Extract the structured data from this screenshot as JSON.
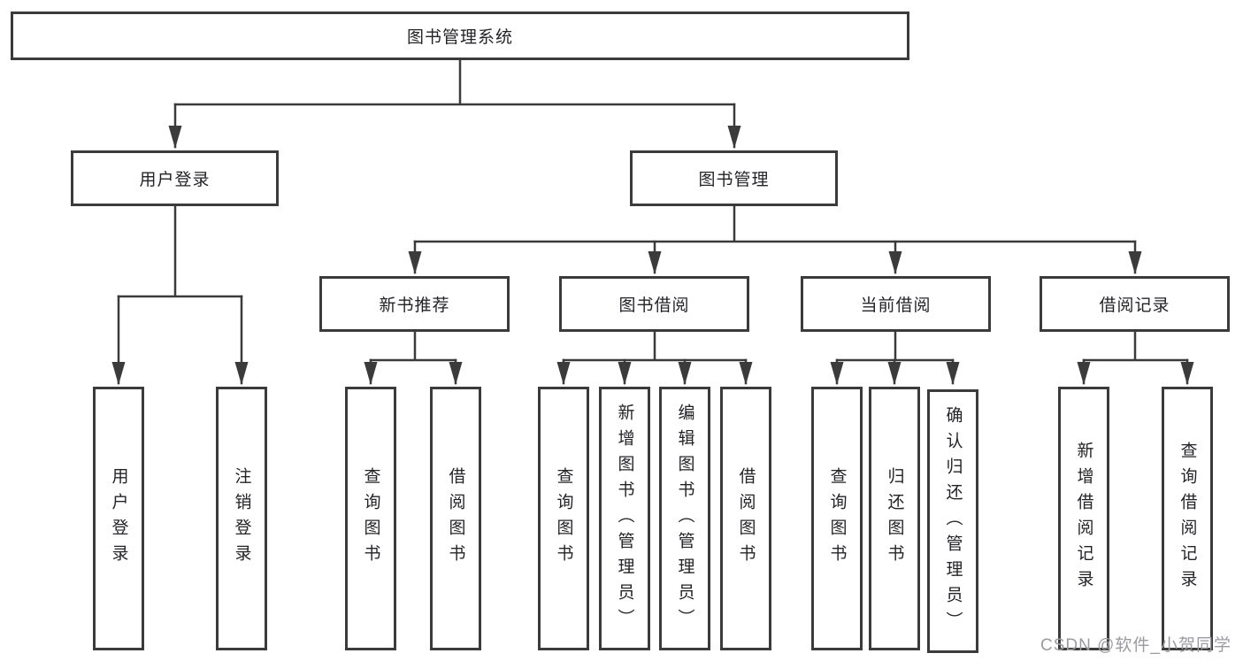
{
  "tree": {
    "root": {
      "label": "图书管理系统"
    },
    "level2": [
      {
        "label": "用户登录"
      },
      {
        "label": "图书管理"
      }
    ],
    "level3": [
      {
        "label": "新书推荐"
      },
      {
        "label": "图书借阅"
      },
      {
        "label": "当前借阅"
      },
      {
        "label": "借阅记录"
      }
    ],
    "leaves": {
      "user_login": [
        {
          "label": "用户登录"
        },
        {
          "label": "注销登录"
        }
      ],
      "new_book": [
        {
          "label": "查询图书"
        },
        {
          "label": "借阅图书"
        }
      ],
      "borrow": [
        {
          "label": "查询图书"
        },
        {
          "label": "新增图书（管理员）"
        },
        {
          "label": "编辑图书（管理员）"
        },
        {
          "label": "借阅图书"
        }
      ],
      "current": [
        {
          "label": "查询图书"
        },
        {
          "label": "归还图书"
        },
        {
          "label": "确认归还（管理员）"
        }
      ],
      "records": [
        {
          "label": "新增借阅记录"
        },
        {
          "label": "查询借阅记录"
        }
      ]
    }
  },
  "colors": {
    "line": "#3b3b3b",
    "text": "#242428",
    "watermark_text": "#9b9ba1",
    "background": "#ffffff"
  },
  "watermark": {
    "text": "CSDN @软件_小贺同学"
  }
}
